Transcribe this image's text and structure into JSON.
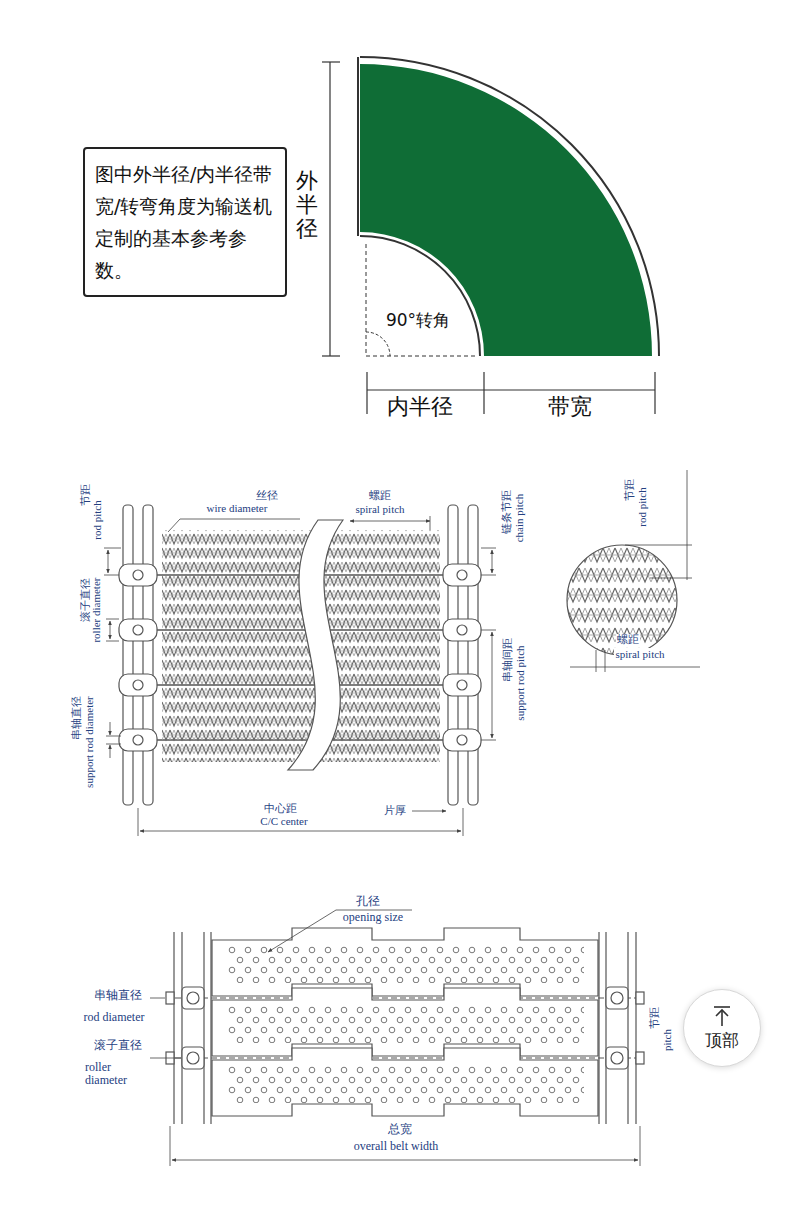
{
  "diagram": {
    "nodes": [
      {
        "text": [
          "图中外半径/内半径带宽/转弯角度为输送机定制的基本参考参数。"
        ]
      },
      {
        "text": [
          "顶部"
        ]
      }
    ],
    "labels": [
      "外半径",
      "90°转角",
      "内半径",
      "带宽",
      "丝径",
      "wire diameter",
      "螺距",
      "spiral pitch",
      "节距",
      "rod pitch",
      "链条节距",
      "chain pitch",
      "滚子直径",
      "roller diameter",
      "串轴间距",
      "support rod pitch",
      "串轴直径",
      "support rod diameter",
      "中心距",
      "C/C center",
      "片厚",
      "节距",
      "rod pitch",
      "螺距",
      "spiral pitch",
      "孔径",
      "opening size",
      "串轴直径",
      "rod diameter",
      "滚子直径",
      "roller diameter",
      "节距",
      "pitch",
      "总宽",
      "overall belt width"
    ]
  }
}
